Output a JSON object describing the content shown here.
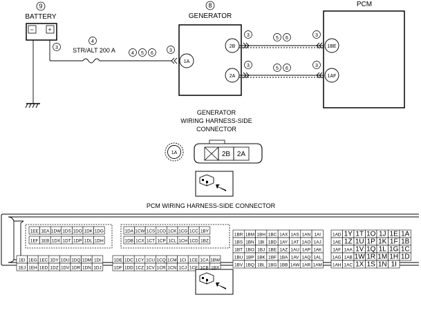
{
  "battery": {
    "num": "9",
    "label": "BATTERY",
    "minus": "−",
    "plus": "+"
  },
  "generator": {
    "num": "8",
    "label": "GENERATOR",
    "pin_1a": "1A",
    "pin_2b": "2B",
    "pin_2a": "2A"
  },
  "pcm": {
    "label": "PCM",
    "pin_1be": "1BE",
    "pin_1af": "1AF"
  },
  "fuse": {
    "num": "4",
    "label": "STR/ALT 200 A"
  },
  "wire": {
    "c3": "3",
    "c4": "4",
    "c5": "5",
    "c6": "6"
  },
  "gen_connector": {
    "title1": "GENERATOR",
    "title2": "WIRING HARNESS-SIDE",
    "title3": "CONNECTOR",
    "pin_1a": "1A",
    "pin_2b": "2B",
    "pin_2a": "2A"
  },
  "pcm_connector": {
    "title": "PCM WIRING HARNESS-SIDE CONNECTOR",
    "block1_rows": [
      [
        "1EE",
        "1EA",
        "1DW",
        "1DS",
        "1DO",
        "1DK",
        "1DG"
      ],
      [
        "1EF",
        "1EB",
        "1DX",
        "1DT",
        "1DP",
        "1DL",
        "1DH"
      ],
      [
        "1EI",
        "1EG",
        "1EC",
        "1DY",
        "1DU",
        "1DQ",
        "1DM",
        "1DI"
      ],
      [
        "1EJ",
        "1EH",
        "1ED",
        "1DZ",
        "1DV",
        "1DR",
        "1DN",
        "1DJ"
      ]
    ],
    "block2_rows": [
      [
        "1DA",
        "1CW",
        "1CS",
        "1CO",
        "1CK",
        "1CG",
        "1CC",
        "1BY"
      ],
      [
        "1DB",
        "1CX",
        "1CT",
        "1CP",
        "1CL",
        "1CH",
        "1CD",
        "1BZ"
      ],
      [
        "1DE",
        "1DC",
        "1CY",
        "1CU",
        "1CQ",
        "1CM",
        "1CI",
        "1CE",
        "1CA",
        "1BW"
      ],
      [
        "1DF",
        "1DD",
        "1CZ",
        "1CV",
        "1CR",
        "1CN",
        "1CJ",
        "1CF",
        "1CB",
        "1BX"
      ]
    ],
    "block3_rows": [
      [
        "1BR",
        "1BM",
        "1BH",
        "1BC",
        "1AX",
        "1AS",
        "1AN",
        "1AI"
      ],
      [
        "1BS",
        "1BN",
        "1BI",
        "1BD",
        "1AY",
        "1AT",
        "1AO",
        "1AJ"
      ],
      [
        "1BT",
        "1BO",
        "1BJ",
        "1BE",
        "1AZ",
        "1AU",
        "1AP",
        "1AK"
      ],
      [
        "1BU",
        "1BP",
        "1BK",
        "1BF",
        "1BA",
        "1AV",
        "1AQ",
        "1AL"
      ],
      [
        "1BV",
        "1BQ",
        "1BL",
        "1BG",
        "1BB",
        "1AW",
        "1AR",
        "1AM"
      ]
    ],
    "block4_rows": [
      [
        "1AD",
        "1Y",
        "1T",
        "1O",
        "1J",
        "1E",
        "1A"
      ],
      [
        "1AE",
        "1Z",
        "1U",
        "1P",
        "1K",
        "1F",
        "1B"
      ],
      [
        "1AF",
        "1AA",
        "1V",
        "1Q",
        "1L",
        "1G",
        "1C"
      ],
      [
        "1AG",
        "1AB",
        "1W",
        "1R",
        "1M",
        "1H",
        "1D"
      ],
      [
        "1AH",
        "1AC",
        "1X",
        "1S",
        "1N",
        "1I"
      ]
    ]
  }
}
